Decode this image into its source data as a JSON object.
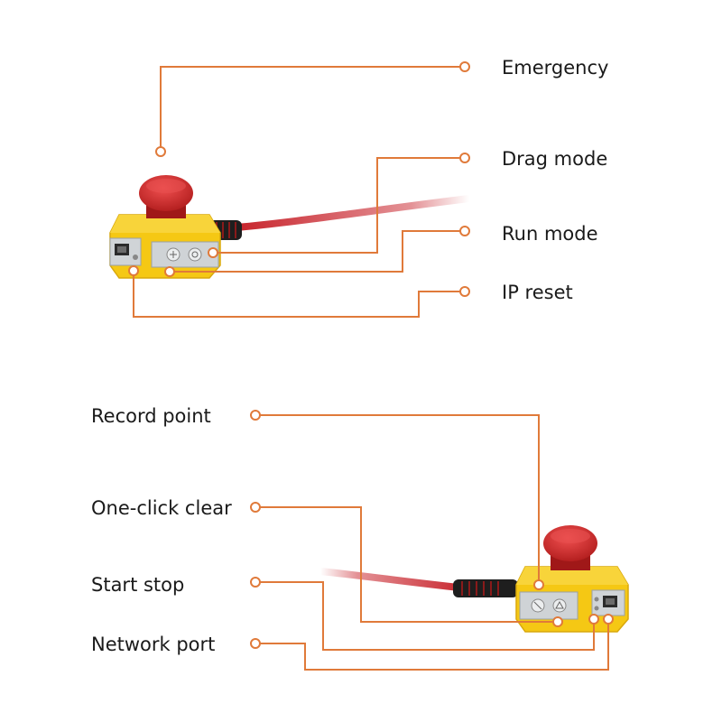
{
  "colors": {
    "leader": "#e07a3a",
    "housing": "#f5c814",
    "housing_shadow": "#d9a80c",
    "button": "#d42c2c",
    "button_dark": "#a01818",
    "panel": "#cfd3d6",
    "cable": "#c8242c"
  },
  "labels": {
    "emergency": "Emergency",
    "drag_mode": "Drag mode",
    "run_mode": "Run mode",
    "ip_reset": "IP reset",
    "record_point": "Record point",
    "one_click_clear": "One-click clear",
    "start_stop": "Start stop",
    "network_port": "Network port"
  }
}
